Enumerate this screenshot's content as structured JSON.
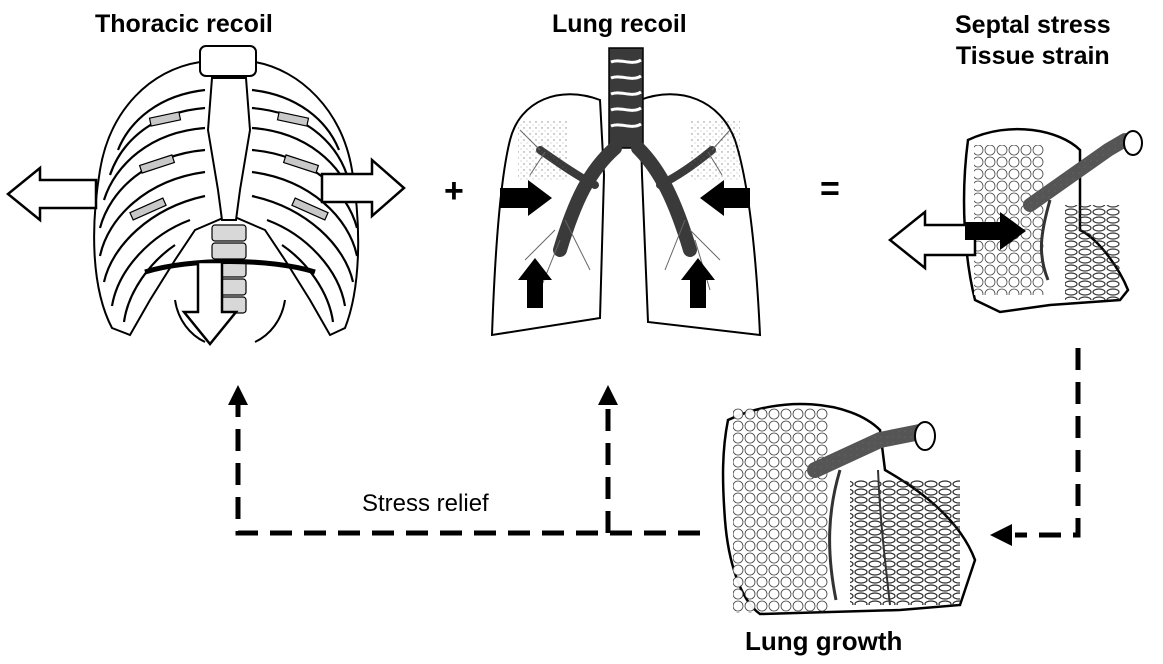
{
  "labels": {
    "thoracic_recoil": "Thoracic recoil",
    "lung_recoil": "Lung recoil",
    "septal_stress": "Septal stress",
    "tissue_strain": "Tissue strain",
    "stress_relief": "Stress relief",
    "lung_growth": "Lung growth"
  },
  "operators": {
    "plus": "+",
    "equals": "="
  },
  "colors": {
    "ink": "#000000",
    "bone_fill": "#ffffff",
    "cartilage_gray": "#c8c8c8",
    "airway_dark": "#3a3a3a",
    "background": "#ffffff"
  }
}
